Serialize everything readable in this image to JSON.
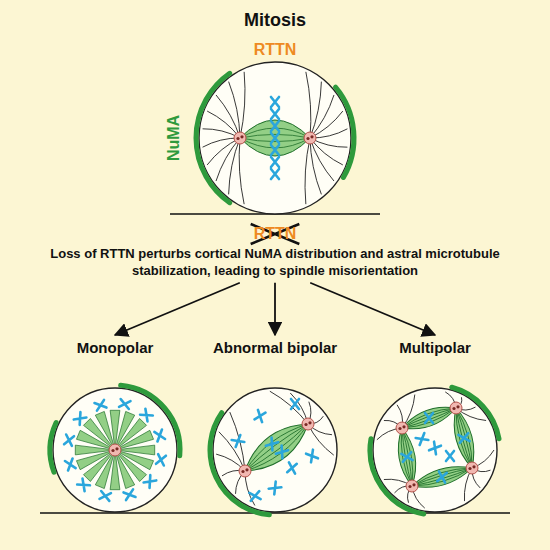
{
  "diagram": {
    "title": "Mitosis",
    "nodes": [
      {
        "text": [
          "RTTN",
          "NuMA"
        ]
      },
      {
        "text": [
          "RTTN",
          "Loss of RTTN perturbs cortical NuMA distribution and astral microtubule stabilization, leading to spindle misorientation"
        ]
      },
      {
        "text": [
          "Monopolar"
        ]
      },
      {
        "text": [
          "Abnormal bipolar"
        ]
      },
      {
        "text": [
          "Multipolar"
        ]
      }
    ],
    "edges": [
      {
        "from": 1,
        "to": 2,
        "arrow": "to"
      },
      {
        "from": 1,
        "to": 3,
        "arrow": "to"
      },
      {
        "from": 1,
        "to": 4,
        "arrow": "to"
      }
    ]
  }
}
